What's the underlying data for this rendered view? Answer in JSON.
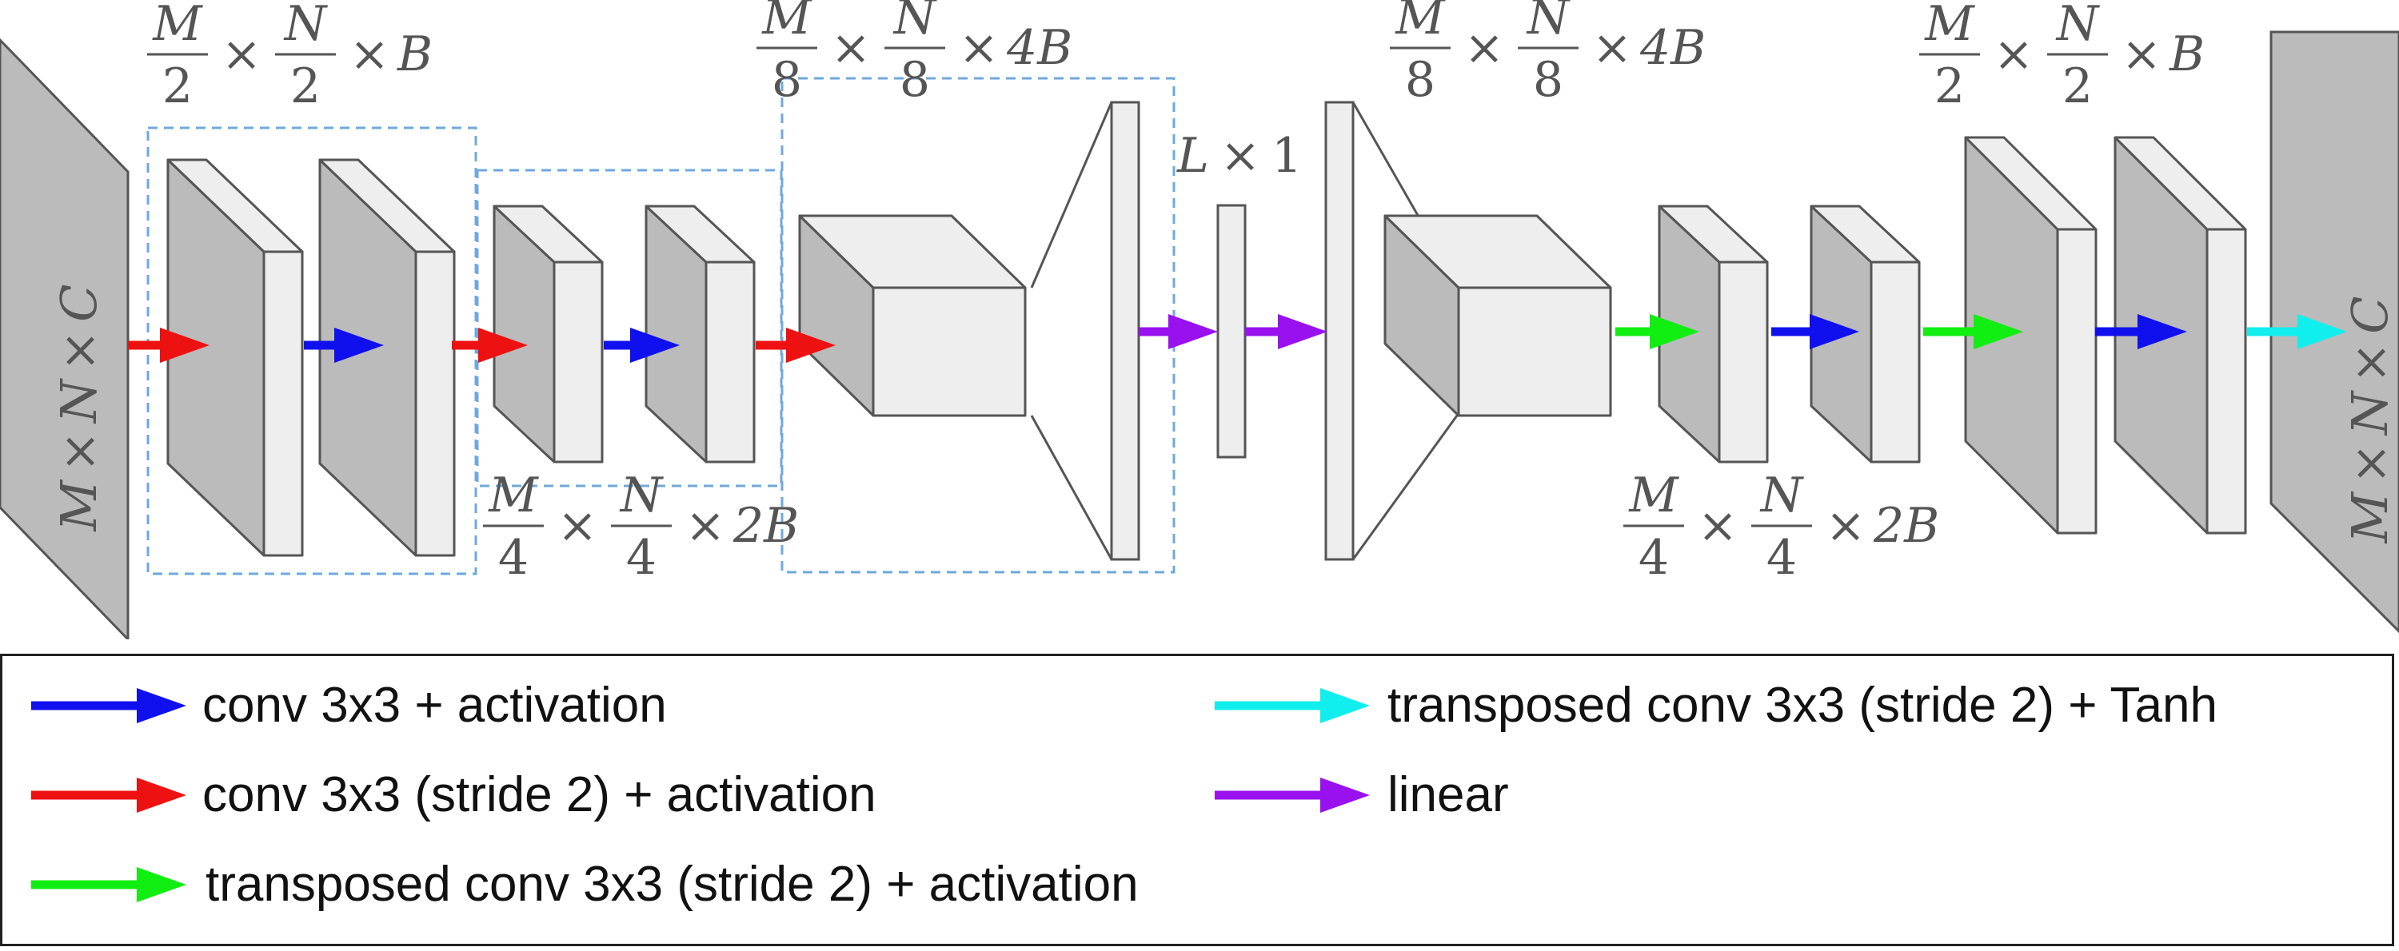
{
  "colors": {
    "blue": "#1010ee",
    "red": "#ee1111",
    "green": "#11ee11",
    "cyan": "#11eeee",
    "purple": "#9911ee",
    "box_front": "#eeeeee",
    "box_side": "#bbbbbb",
    "box_top": "#eeeeee",
    "dashed": "#6fa8dc",
    "outline": "#555555"
  },
  "labels": {
    "input": {
      "f1": "M",
      "f2": "N",
      "f3": "C"
    },
    "output": {
      "f1": "M",
      "f2": "N",
      "f3": "C"
    },
    "enc1": {
      "num1": "M",
      "den1": "2",
      "num2": "N",
      "den2": "2",
      "tail": "B"
    },
    "enc2": {
      "num1": "M",
      "den1": "4",
      "num2": "N",
      "den2": "4",
      "tail": "2B"
    },
    "enc3": {
      "num1": "M",
      "den1": "8",
      "num2": "N",
      "den2": "8",
      "tail": "4B"
    },
    "latent": {
      "a": "L",
      "b": "1"
    },
    "dec3": {
      "num1": "M",
      "den1": "8",
      "num2": "N",
      "den2": "8",
      "tail": "4B"
    },
    "dec2": {
      "num1": "M",
      "den1": "4",
      "num2": "N",
      "den2": "4",
      "tail": "2B"
    },
    "dec1": {
      "num1": "M",
      "den1": "2",
      "num2": "N",
      "den2": "2",
      "tail": "B"
    },
    "times": "×"
  },
  "legend": [
    {
      "color": "blue",
      "text": "conv 3x3 + activation"
    },
    {
      "color": "red",
      "text": "conv 3x3 (stride 2) + activation"
    },
    {
      "color": "green",
      "text": "transposed conv 3x3 (stride 2) + activation"
    },
    {
      "color": "cyan",
      "text": "transposed conv 3x3 (stride 2) + Tanh"
    },
    {
      "color": "purple",
      "text": "linear"
    }
  ]
}
